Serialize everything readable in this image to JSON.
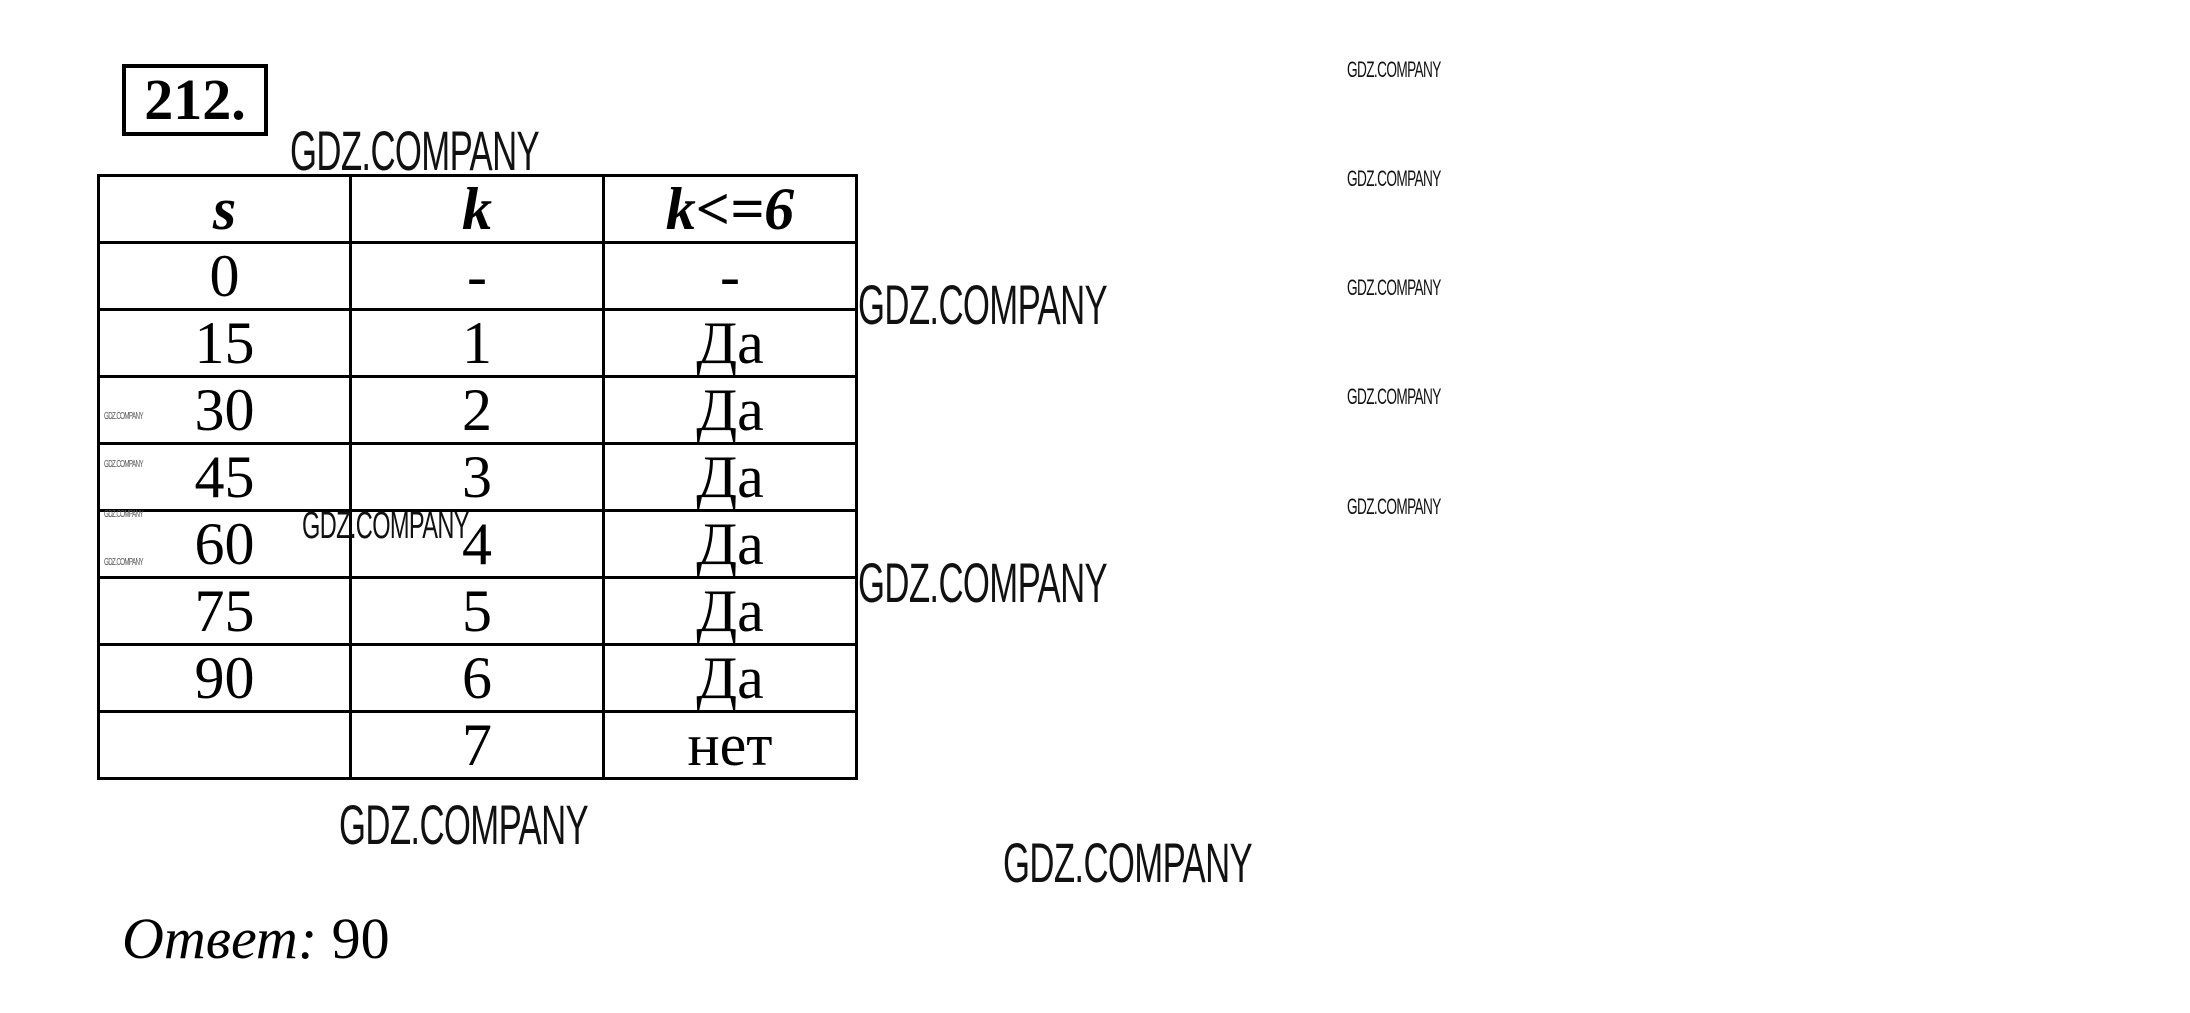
{
  "exercise_number": "212.",
  "table": {
    "headers": [
      "s",
      "k",
      "k<=6"
    ],
    "rows": [
      [
        "0",
        "-",
        "-"
      ],
      [
        "15",
        "1",
        "Да"
      ],
      [
        "30",
        "2",
        "Да"
      ],
      [
        "45",
        "3",
        "Да"
      ],
      [
        "60",
        "4",
        "Да"
      ],
      [
        "75",
        "5",
        "Да"
      ],
      [
        "90",
        "6",
        "Да"
      ],
      [
        "",
        "7",
        "нет"
      ]
    ]
  },
  "answer": {
    "label": "Ответ:",
    "value": "90"
  },
  "watermark": "GDZ.COMPANY"
}
